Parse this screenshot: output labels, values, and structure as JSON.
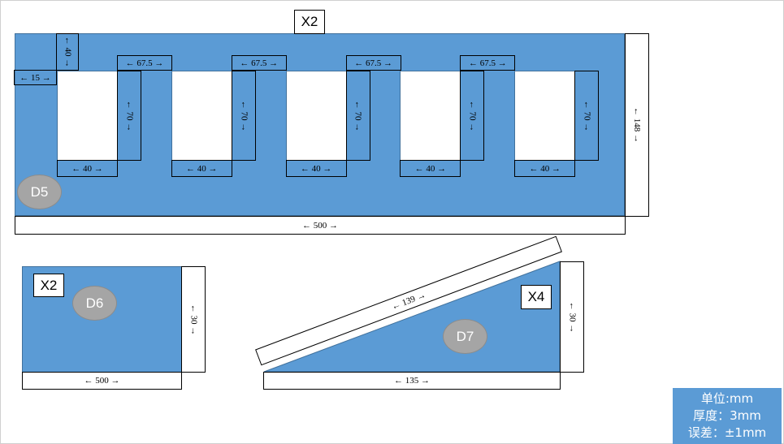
{
  "top_part": {
    "quantity": "X2",
    "id": "D5",
    "width": "← 500 →",
    "height": "← 148 →",
    "margin_top": "← 40 →",
    "margin_left": "← 15 →",
    "slots": [
      {
        "pitch": "← 67.5 →",
        "height": "← 70 →",
        "width": "← 40 →"
      },
      {
        "pitch": "← 67.5 →",
        "height": "← 70 →",
        "width": "← 40 →"
      },
      {
        "pitch": "← 67.5 →",
        "height": "← 70 →",
        "width": "← 40 →"
      },
      {
        "pitch": "← 67.5 →",
        "height": "← 70 →",
        "width": "← 40 →"
      },
      {
        "pitch": "",
        "height": "← 70 →",
        "width": "← 40 →"
      }
    ]
  },
  "strip_part": {
    "quantity": "X2",
    "id": "D6",
    "width": "← 500 →",
    "height": "← 30 →"
  },
  "triangle_part": {
    "quantity": "X4",
    "id": "D7",
    "base": "← 135 →",
    "height": "← 30 →",
    "hypotenuse": "← 139 →"
  },
  "info": {
    "unit": "单位:mm",
    "thickness": "厚度：3mm",
    "tolerance": "误差：±1mm"
  },
  "colors": {
    "part": "#5b9bd5",
    "ellipse": "#a5a5a5"
  }
}
